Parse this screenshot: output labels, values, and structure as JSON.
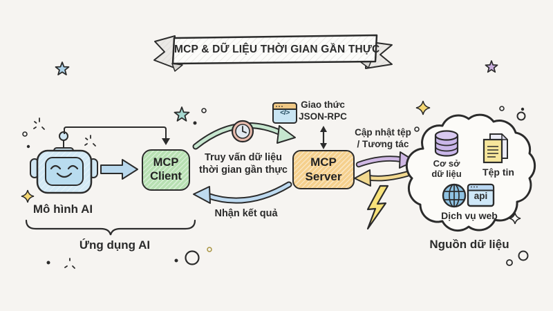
{
  "banner": {
    "title": "MCP & DỮ LIỆU THỜI GIAN GẦN THỰC"
  },
  "ai_application": {
    "group_label": "Ứng dụng AI",
    "ai_model_label": "Mô hình AI",
    "mcp_client": {
      "line1": "MCP",
      "line2": "Client"
    }
  },
  "mcp_server": {
    "line1": "MCP",
    "line2": "Server"
  },
  "protocol": {
    "line1": "Giao thức",
    "line2": "JSON-RPC",
    "icon_glyph": "</>"
  },
  "flows": {
    "request": {
      "line1": "Truy vấn dữ liệu",
      "line2": "thời gian gần thực"
    },
    "response": {
      "label": "Nhận kết quả"
    },
    "update": {
      "line1": "Cập nhật tệp",
      "line2": "/ Tương tác"
    }
  },
  "data_sources": {
    "group_label": "Nguồn dữ liệu",
    "database": {
      "line1": "Cơ sở",
      "line2": "dữ liệu"
    },
    "files": {
      "label": "Tệp tin"
    },
    "web_service": {
      "label": "Dịch vụ web",
      "api_badge": "api"
    }
  },
  "colors": {
    "background": "#f6f4f1",
    "ink": "#2b2b2b",
    "client_green": "#b7e0b2",
    "server_orange": "#f5d08d",
    "robot_blue": "#cfe6f3",
    "request_arrow_green": "#c6e6cf",
    "response_arrow_blue": "#bedaf0",
    "update_arrow_purple": "#cfb8e4",
    "interact_arrow_yellow": "#f2d98f",
    "database_purple": "#c9b6e9",
    "file_yellow": "#f6e69c",
    "globe_blue": "#8fc2e2",
    "lightning_yellow": "#f7e27a",
    "clock_ring_salmon": "#e9bcae"
  }
}
